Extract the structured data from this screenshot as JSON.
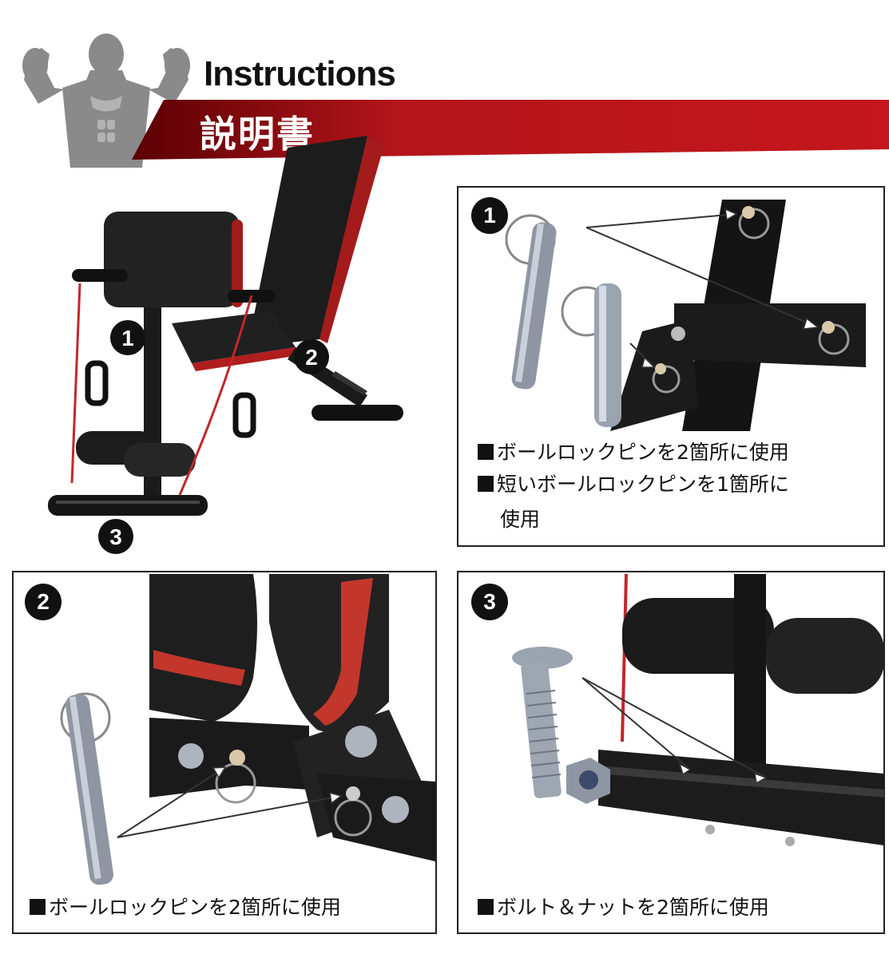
{
  "header": {
    "title_en": "Instructions",
    "title_ja": "説明書",
    "banner_color": "#b01116",
    "icon": "muscle-man-icon"
  },
  "main_image": {
    "markers": [
      "1",
      "2",
      "3"
    ]
  },
  "panels": [
    {
      "number": "1",
      "captions": [
        "ボールロックピンを2箇所に使用",
        "短いボールロックピンを1箇所に",
        "使用"
      ]
    },
    {
      "number": "2",
      "captions": [
        "ボールロックピンを2箇所に使用"
      ]
    },
    {
      "number": "3",
      "captions": [
        "ボルト＆ナットを2箇所に使用"
      ]
    }
  ]
}
